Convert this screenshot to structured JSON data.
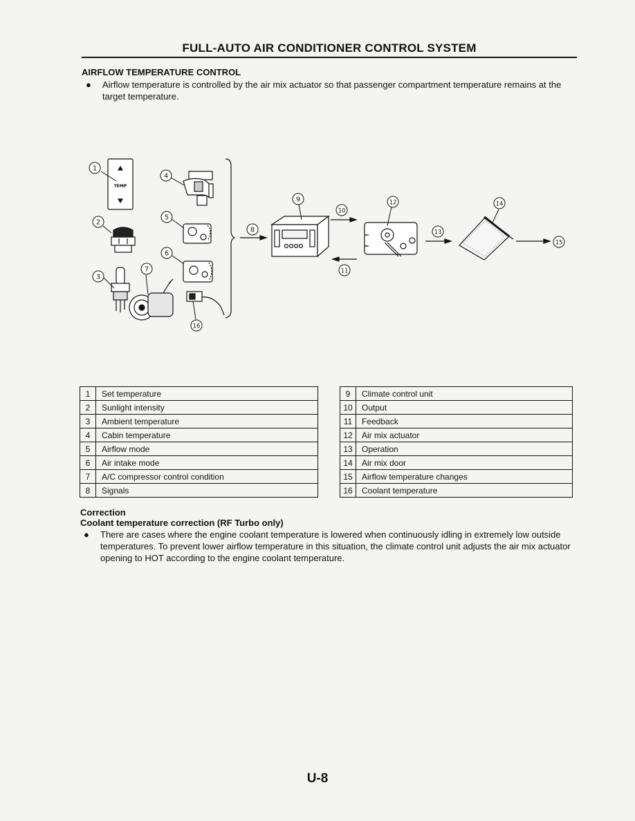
{
  "header": {
    "title": "FULL-AUTO AIR CONDITIONER CONTROL SYSTEM"
  },
  "section": {
    "title": "AIRFLOW TEMPERATURE CONTROL",
    "bullet_symbol": "●",
    "bullet": "Airflow temperature is controlled by the air mix actuator so that passenger compartment temperature remains at the target temperature."
  },
  "diagram": {
    "callouts": [
      "1",
      "2",
      "3",
      "4",
      "5",
      "6",
      "7",
      "8",
      "9",
      "10",
      "11",
      "12",
      "13",
      "14",
      "15",
      "16"
    ],
    "temp_panel_label": "TEMP"
  },
  "legend_left": [
    {
      "num": "1",
      "label": "Set temperature"
    },
    {
      "num": "2",
      "label": "Sunlight intensity"
    },
    {
      "num": "3",
      "label": "Ambient temperature"
    },
    {
      "num": "4",
      "label": "Cabin temperature"
    },
    {
      "num": "5",
      "label": "Airflow mode"
    },
    {
      "num": "6",
      "label": "Air intake mode"
    },
    {
      "num": "7",
      "label": "A/C compressor control condition"
    },
    {
      "num": "8",
      "label": "Signals"
    }
  ],
  "legend_right": [
    {
      "num": "9",
      "label": "Climate control unit"
    },
    {
      "num": "10",
      "label": "Output"
    },
    {
      "num": "11",
      "label": "Feedback"
    },
    {
      "num": "12",
      "label": "Air mix actuator"
    },
    {
      "num": "13",
      "label": "Operation"
    },
    {
      "num": "14",
      "label": "Air mix door"
    },
    {
      "num": "15",
      "label": "Airflow temperature changes"
    },
    {
      "num": "16",
      "label": "Coolant temperature"
    }
  ],
  "correction": {
    "title": "Correction",
    "subtitle": "Coolant temperature correction (RF Turbo only)",
    "bullet": "There are cases where the engine coolant temperature is lowered when continuously idling in extremely low outside temperatures. To prevent lower airflow temperature in this situation, the climate control unit adjusts the air mix actuator opening to HOT according to the engine coolant temperature."
  },
  "footer": {
    "page": "U-8"
  }
}
